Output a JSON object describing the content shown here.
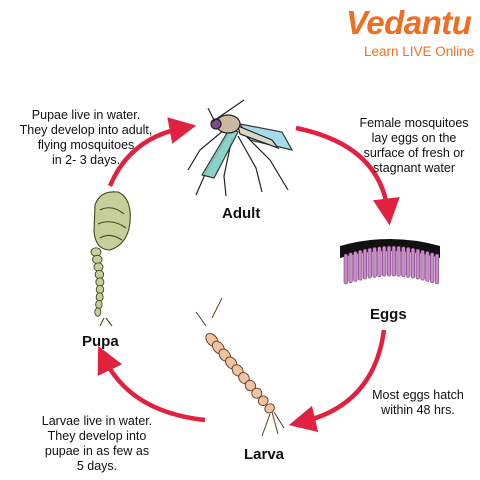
{
  "brand": {
    "name": "Vedantu",
    "tagline": "Learn LIVE Online",
    "color": "#f26d21"
  },
  "arrow_color": "#e0213f",
  "stages": {
    "adult": {
      "label": "Adult"
    },
    "eggs": {
      "label": "Eggs"
    },
    "larva": {
      "label": "Larva"
    },
    "pupa": {
      "label": "Pupa"
    }
  },
  "descriptions": {
    "adult_to_eggs": [
      "Female mosquitoes",
      "lay eggs on the",
      "surface of fresh or",
      "stagnant water"
    ],
    "eggs_to_larva": [
      "Most eggs hatch",
      "within 48 hrs."
    ],
    "larva_to_pupa": [
      "Larvae live in water.",
      "They develop into",
      "pupae in as few as",
      "5 days."
    ],
    "pupa_to_adult": [
      "Pupae live in water.",
      "They develop into adult,",
      "flying mosquitoes",
      "in 2- 3 days."
    ]
  }
}
